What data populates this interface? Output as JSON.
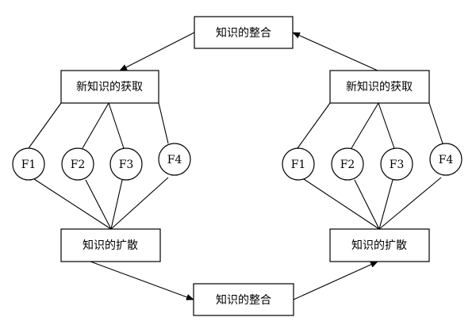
{
  "labels": {
    "top_integration": "知识的整合",
    "bottom_integration": "知识的整合",
    "left_acquire": "新知识的获取",
    "right_acquire": "新知识的获取",
    "left_diffuse": "知识的扩散",
    "right_diffuse": "知识的扩散"
  },
  "nodes": {
    "left": [
      "F1",
      "F2",
      "F3",
      "F4"
    ],
    "right": [
      "F1",
      "F2",
      "F3",
      "F4"
    ]
  }
}
